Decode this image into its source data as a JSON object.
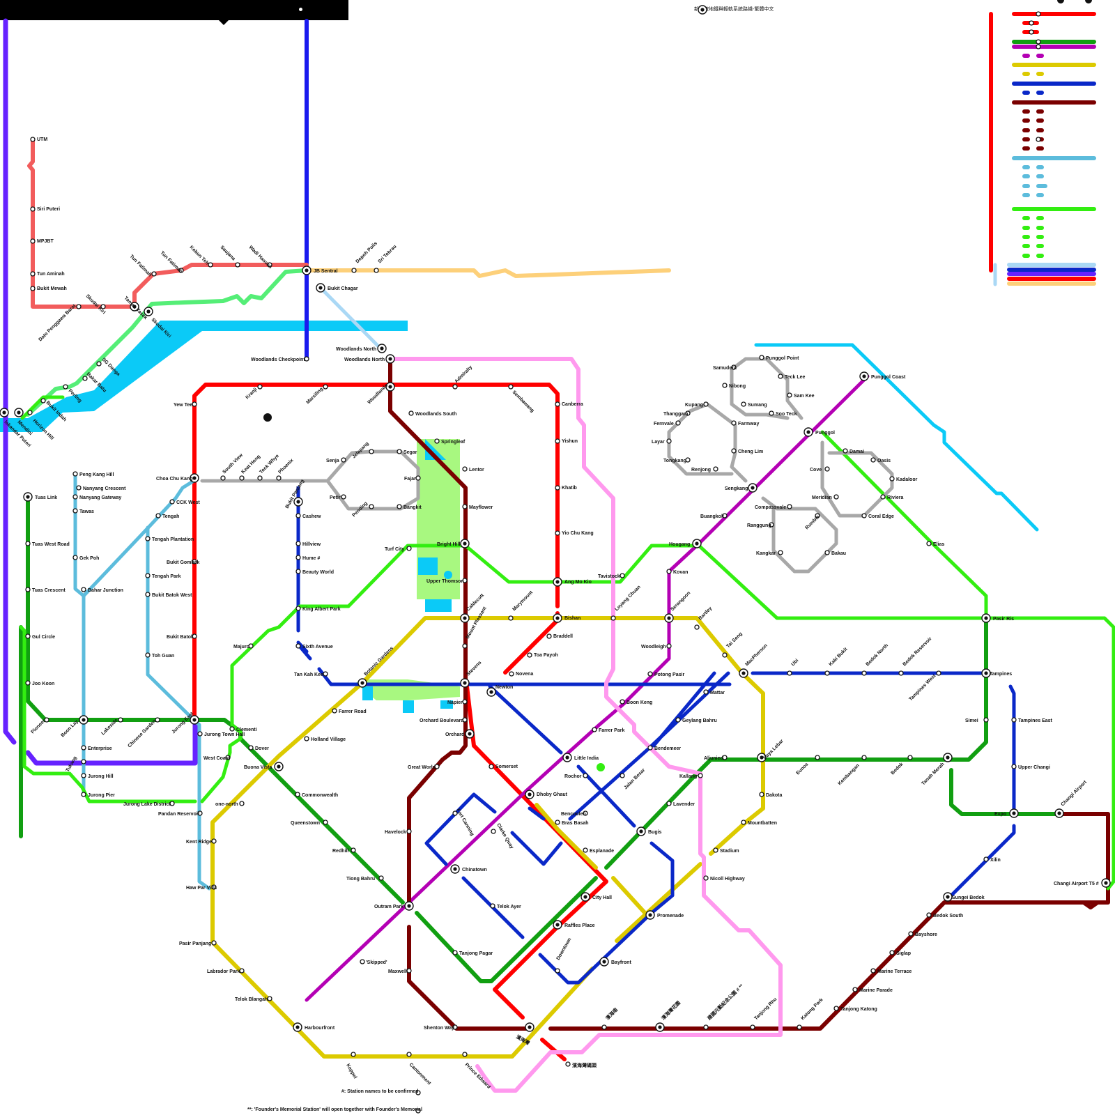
{
  "map": {
    "colors": {
      "nsl": "#ff0000",
      "ewl": "#119f11",
      "nel": "#b400b4",
      "ccl": "#dcca00",
      "dtl": "#0a28c8",
      "tel": "#7a0000",
      "jrl": "#5cbcdc",
      "crl": "#33ee11",
      "ll": "#a8a8a8",
      "jb_red": "#f25c5c",
      "jb_green": "#55ee77",
      "jb_orange": "#fdd07a",
      "rts": "#aad8f5",
      "purple": "#6622ff",
      "blue_ext": "#1a1aee",
      "pink": "#ff99ee",
      "sea": "#0bcaf7",
      "park": "#a8f880"
    },
    "legend_title": "新加坡地鐵與輕軌系統路綫-繁體中文",
    "notes": {
      "hash": "#: Station names to be confirmed",
      "founder": "**: 'Founder's Memorial Station' will open together with Founder's Memorial"
    },
    "stations": [
      "UTM",
      "Siri Puteri",
      "MPJBT",
      "Tun Aminah",
      "Bukit Mewah",
      "Taman Tasek",
      "Tun Fatimah",
      "Tun Fatimah",
      "Kebun Teh",
      "Saujana",
      "Wadi Hassan",
      "Skudai Kiri",
      "Dato Penggawa Barat",
      "JB Sentral",
      "Depoh Polis",
      "Sri Tebrau",
      "Bukit Chagar",
      "Skudai Kiri",
      "SG Danga",
      "Bakar Batu",
      "Perling",
      "Bukit Indah",
      "Horizon Hill",
      "Mendini",
      "Iskandar Puteri",
      "Woodlands Checkpoint",
      "Woodlands North",
      "Woodlands North",
      "Woodlands",
      "Woodlands South",
      "Kranji",
      "Marsiling",
      "Admiralty",
      "Sembawang",
      "Canberra",
      "Yishun",
      "Khatib",
      "Yio Chu Kang",
      "Ang Mo Kio",
      "Bishan",
      "Braddell",
      "Toa Payoh",
      "Novena",
      "Newton",
      "Orchard",
      "Somerset",
      "Dhoby Ghaut",
      "City Hall",
      "Raffles Place",
      "濱海灣",
      "濱海灣碼頭",
      "Yew Tee",
      "Choa Chu Kang",
      "Bukit Gombak",
      "Bukit Batok",
      "Jurong East",
      "Tuas Link",
      "Tuas West Road",
      "Tuas Crescent",
      "Gul Circle",
      "Joo Koon",
      "Pioneer",
      "Boon Lay",
      "Lakeside",
      "Chinese Garden",
      "Clementi",
      "Dover",
      "Buona Vista",
      "Commonwealth",
      "Queenstown",
      "Redhill",
      "Tiong Bahru",
      "Outram Park",
      "Tanjong Pagar",
      "Bugis",
      "Lavender",
      "Kallang",
      "Aljunied",
      "Paya Lebar",
      "Eunos",
      "Kembangan",
      "Bedok",
      "Tanah Merah",
      "Simei",
      "Tampines",
      "Pasir Ris",
      "Expo",
      "Changi Airport",
      "Changi Airport T5 #",
      "Harbourfront",
      "Chinatown",
      "Clarke Quay",
      "Little India",
      "Farrer Park",
      "Boon Keng",
      "Potong Pasir",
      "Woodleigh",
      "Serangoon",
      "Kovan",
      "Hougang",
      "Buangkok",
      "Sengkang",
      "Punggol",
      "Punggol Coast",
      "Bartley",
      "Tai Seng",
      "MacPherson",
      "Dakota",
      "Mountbatten",
      "Stadium",
      "Nicoll Highway",
      "Promenade",
      "Esplanade",
      "Bras Basah",
      "Bayfront",
      "Marymount",
      "Caldecott",
      "Botanic Gardens",
      "Farrer Road",
      "Holland Village",
      "one-north",
      "Kent Ridge",
      "Haw Par Villa",
      "Pasir Panjang",
      "Labrador Park",
      "Telok Blangah",
      "Keppel",
      "Cantonment",
      "Prince Edward",
      "Bukit Panjang",
      "Cashew",
      "Hillview",
      "Hume #",
      "Beauty World",
      "King Albert Park",
      "Sixth Avenue",
      "Tan Kah Kee",
      "Stevens",
      "Rochor",
      "Bencoolen",
      "Jalan Besar",
      "Bendemeer",
      "Geylang Bahru",
      "Mattar",
      "Ubi",
      "Kaki Bukit",
      "Bedok North",
      "Bedok Reservoir",
      "Tampines West",
      "Tampines East",
      "Upper Changi",
      "Downtown",
      "Telok Ayer",
      "Fort Canning",
      "Xilin",
      "Sungei Bedok",
      "Springleaf",
      "Lentor",
      "Mayflower",
      "Bright Hill",
      "Upper Thomson",
      "Mount Pleasant",
      "Napier",
      "Orchard Boulevard",
      "Great World",
      "Havelock",
      "Maxwell",
      "Shenton Way",
      "濱海南",
      "濱海灣花園",
      "建國元勳紀念公園 # **",
      "Tanjong Rhu",
      "Katong Park",
      "Tanjong Katong",
      "Marine Parade",
      "Marine Terrace",
      "Siglap",
      "Bayshore",
      "Bedok South",
      "Peng Kang Hill",
      "Nanyang Crescent",
      "Nanyang Gateway",
      "Tawas",
      "Gek Poh",
      "Bahar Junction",
      "Enterprise",
      "Tukang",
      "Jurong Hill",
      "Jurong Pier",
      "Jurong Lake District",
      "Pandan Reservoir",
      "Jurong Town Hall",
      "West Coast",
      "CCK West",
      "Tengah",
      "Tengah Plantation",
      "Tengah Park",
      "Bukit Batok West",
      "Toh Guan",
      "Majuro",
      "Turf City",
      "Tavistock",
      "Loyang Chuan",
      "Elias",
      "South View",
      "Keat Hong",
      "Teck Whye",
      "Phoenix",
      "Senja",
      "Jelapang",
      "Segar",
      "Fajar",
      "Bangkit",
      "Pending",
      "Petir",
      "Samudera",
      "Punggol Point",
      "Teck Lee",
      "Nibong",
      "Sam Kee",
      "Sumang",
      "Soo Teck",
      "Kupang",
      "Thanggam",
      "Farmway",
      "Fernvale",
      "Layar",
      "Cheng Lim",
      "Tongkang",
      "Renjong",
      "Damai",
      "Oasis",
      "Cove",
      "Kadaloor",
      "Meridian",
      "Riviera",
      "Coral Edge",
      "Compassvale",
      "Rumbia",
      "Ranggung",
      "Bakau",
      "Kangkar",
      "'Skipped'"
    ]
  }
}
